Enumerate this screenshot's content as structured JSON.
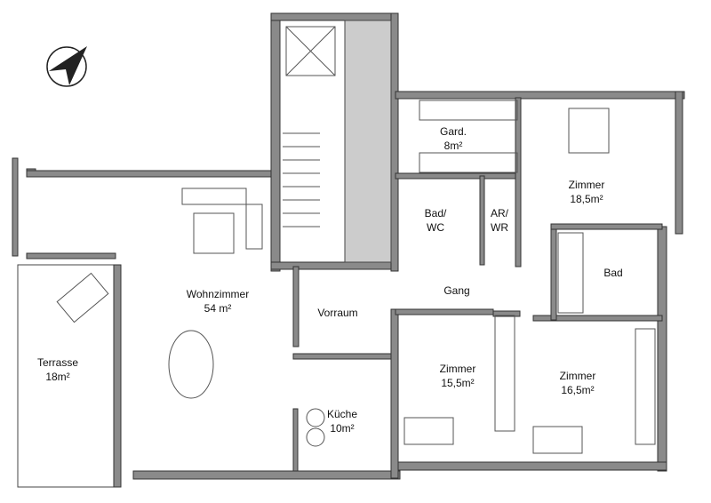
{
  "plan": {
    "rooms": [
      {
        "name": "Wohnzimmer",
        "area": "54 m²"
      },
      {
        "name": "Terrasse",
        "area": "18m²"
      },
      {
        "name": "Vorraum",
        "area": ""
      },
      {
        "name": "Küche",
        "area": "10m²"
      },
      {
        "name": "Gard.",
        "area": "8m²"
      },
      {
        "name": "Bad/",
        "area": "WC"
      },
      {
        "name": "AR/",
        "area": "WR"
      },
      {
        "name": "Zimmer",
        "area": "18,5m²"
      },
      {
        "name": "Bad",
        "area": ""
      },
      {
        "name": "Gang",
        "area": ""
      },
      {
        "name": "Zimmer",
        "area": "15,5m²"
      },
      {
        "name": "Zimmer",
        "area": "16,5m²"
      }
    ],
    "north_arrow": "compass-north-icon",
    "colors": {
      "wall": "#8a8a8a",
      "line": "#333333"
    }
  }
}
